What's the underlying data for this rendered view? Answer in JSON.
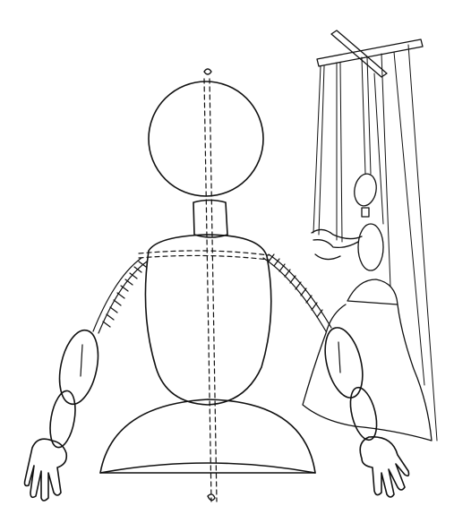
{
  "illustration": {
    "ink_color": "#111111",
    "paper_color": "#ffffff",
    "parts": [
      "head",
      "neck",
      "torso",
      "abdomen",
      "base-dome",
      "left-braided-cord",
      "right-braided-cord",
      "left-upper-arm",
      "left-forearm",
      "left-hand",
      "right-upper-arm",
      "right-forearm",
      "right-hand",
      "center-string",
      "marionette-control-bar",
      "marionette-strings",
      "marionette-puppet"
    ]
  }
}
